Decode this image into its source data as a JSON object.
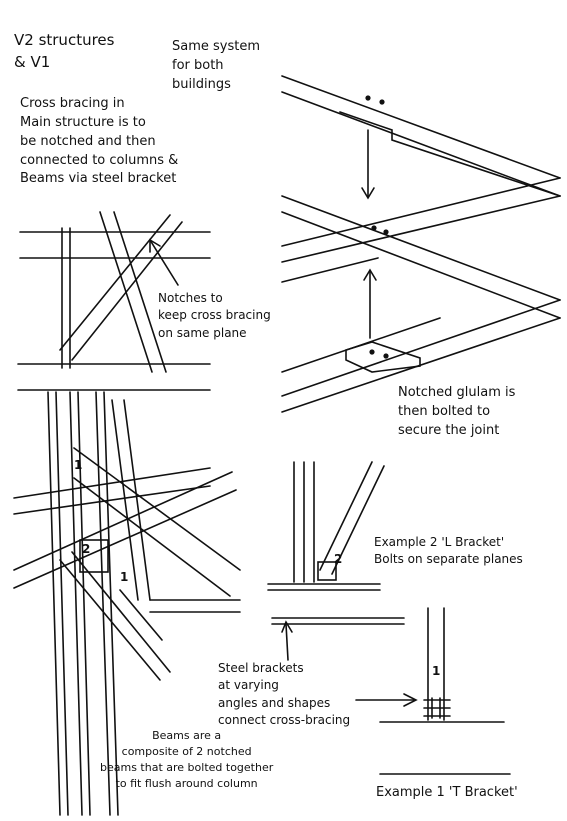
{
  "title": {
    "line1": "V2 structures",
    "line2": "& V1"
  },
  "notes": {
    "same_system": [
      "Same system",
      "for both",
      "buildings"
    ],
    "cross_bracing": [
      "Cross bracing in",
      "Main structure is to",
      "be notched and then",
      "connected to columns &",
      "Beams via steel bracket"
    ],
    "notches": [
      "Notches to",
      "keep cross bracing",
      "on same plane"
    ],
    "notched_glulam": [
      "Notched glulam is",
      "then bolted to",
      "secure the joint"
    ],
    "example2": [
      "Example 2 'L Bracket'",
      "Bolts on separate planes"
    ],
    "steel_brackets": [
      "Steel brackets",
      "at varying",
      "angles and shapes",
      "connect cross-bracing"
    ],
    "beams": [
      "Beams are a",
      "composite of 2 notched",
      "beams that are bolted together",
      "to fit flush around column"
    ],
    "example1": "Example 1  'T Bracket'"
  },
  "labels": {
    "n1_main": "1",
    "n2_main": "2",
    "n1_lower": "1",
    "n2_lbracket": "2",
    "n1_tbracket": "1"
  }
}
